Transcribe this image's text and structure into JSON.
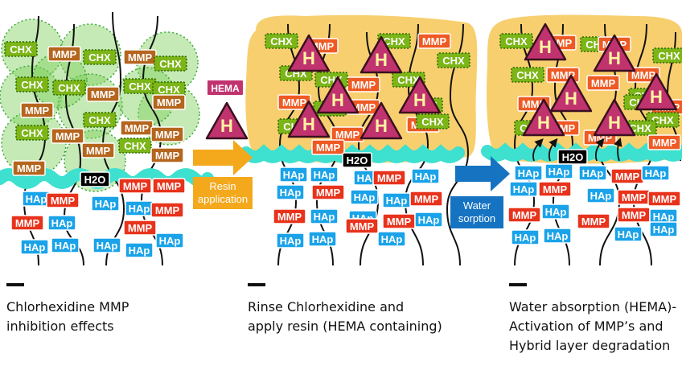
{
  "labels": {
    "chx": "CHX",
    "mmp": "MMP",
    "hap": "HAp",
    "h2o": "H2O",
    "h": "H",
    "hema": "HEMA"
  },
  "arrows": {
    "resin": "Resin\napplication",
    "water": "Water\nsorption"
  },
  "captions": [
    "Chlorhexidine MMP\ninhibition effects",
    "Rinse Chlorhexidine and\napply resin (HEMA containing)",
    "Water absorption (HEMA)-\nActivation of MMP’s and\nHybrid layer degradation"
  ],
  "colors": {
    "chx": "#7cb518",
    "mmp_active": "#ef5a24",
    "mmp_inhibited": "#b5651d",
    "mmp_red": "#e8331c",
    "hap": "#1aa3e8",
    "h2o": "#000000",
    "hema": "#c0336e",
    "resin": "#f8cf6e",
    "water_band": "#3ee0cf",
    "chx_halo": "#7ed05a",
    "arrow_orange": "#f4a81c",
    "arrow_blue": "#1573c2"
  }
}
